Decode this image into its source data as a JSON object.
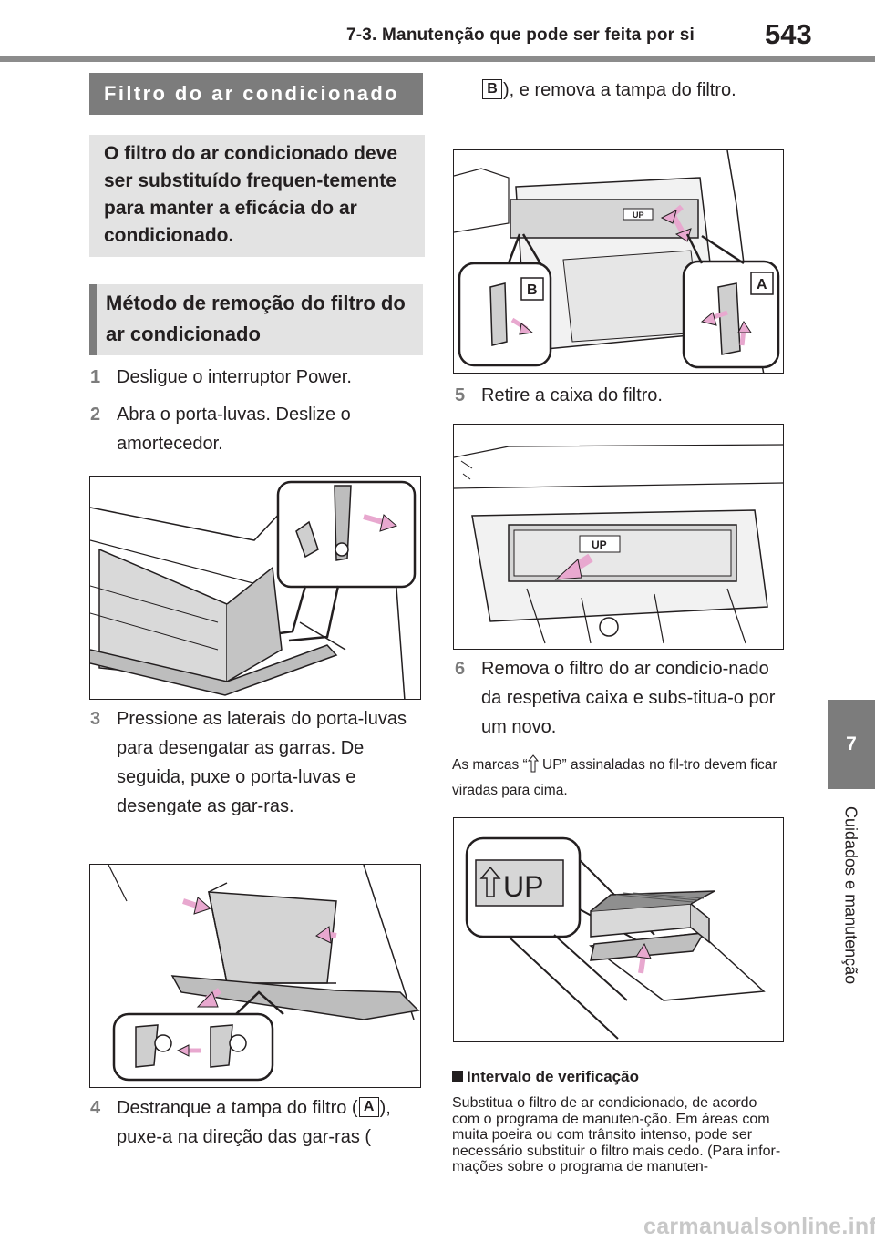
{
  "header": {
    "title": "7-3. Manutenção que pode ser feita por si",
    "page_number": "543"
  },
  "side_tab": {
    "number": "7",
    "label": "Cuidados e manutenção"
  },
  "section_title": "Filtro do ar condicionado",
  "intro_text": "O filtro do ar condicionado deve ser substituído frequen-temente para manter a eficácia do ar condicionado.",
  "method_title": "Método de remoção do filtro do ar condicionado",
  "steps": [
    {
      "num": "1",
      "text": "Desligue o interruptor Power."
    },
    {
      "num": "2",
      "text": "Abra o porta-luvas. Deslize o amortecedor."
    },
    {
      "num": "3",
      "text": "Pressione as laterais do porta-luvas para desengatar as garras. De seguida, puxe o porta-luvas e desengate as gar-ras."
    },
    {
      "num": "4",
      "text_a": "Destranque a tampa do filtro (",
      "key_a": "A",
      "text_b": "), puxe-a na direção das gar-ras (",
      "key_b": "B",
      "text_c": "), e remova a tampa do filtro."
    },
    {
      "num": "5",
      "text": "Retire a caixa do filtro."
    },
    {
      "num": "6",
      "text": "Remova o filtro do ar condicio-nado da respetiva caixa e subs-titua-o por um novo."
    }
  ],
  "figure_labels": {
    "label_a": "A",
    "label_b": "B",
    "up_mark": "UP"
  },
  "note": {
    "prefix": "As marcas “",
    "suffix": " UP” assinaladas no fil-tro devem ficar viradas para cima."
  },
  "subsection": {
    "title": "Intervalo de verificação",
    "text": "Substitua o filtro de ar condicionado, de acordo com o programa de manuten-ção. Em áreas com muita poeira ou com trânsito intenso, pode ser necessário substituir o filtro mais cedo. (Para infor-mações sobre o programa de manuten-"
  },
  "watermark": "carmanualsonline.info",
  "colors": {
    "accent_gray": "#7c7c7c",
    "light_gray": "#e3e3e3",
    "arrow_pink": "#e8a8cf",
    "text": "#231f20"
  }
}
